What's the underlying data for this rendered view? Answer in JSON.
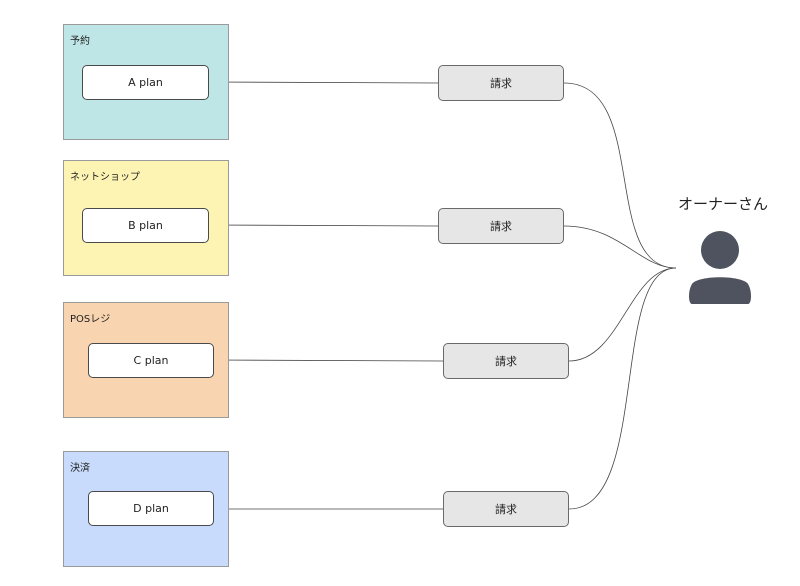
{
  "groups": [
    {
      "label": "予約",
      "plan": "A plan",
      "billing": "請求",
      "color": "#bfe6e6"
    },
    {
      "label": "ネットショップ",
      "plan": "B plan",
      "billing": "請求",
      "color": "#fdf4b4"
    },
    {
      "label": "POSレジ",
      "plan": "C plan",
      "billing": "請求",
      "color": "#f8d4b0"
    },
    {
      "label": "決済",
      "plan": "D plan",
      "billing": "請求",
      "color": "#c9dbfc"
    }
  ],
  "owner": {
    "label": "オーナーさん",
    "icon": "user-icon",
    "icon_color": "#4f5360"
  }
}
